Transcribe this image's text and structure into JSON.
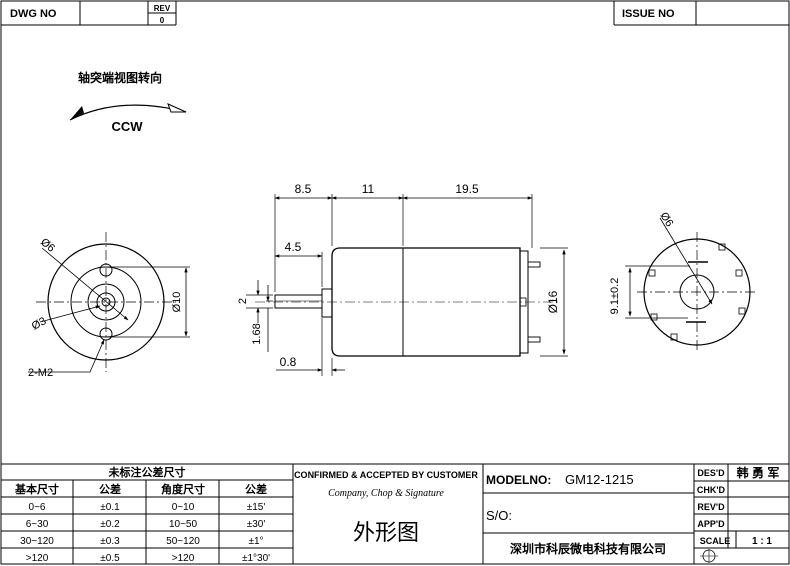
{
  "header": {
    "dwg_no_label": "DWG   NO",
    "rev_label": "REV",
    "rev_value": "0",
    "issue_no_label": "ISSUE   NO"
  },
  "rotation": {
    "caption": "轴突端视图转向",
    "direction": "CCW"
  },
  "dimensions": {
    "d_8_5": "8.5",
    "d_11": "11",
    "d_19_5": "19.5",
    "d_4_5": "4.5",
    "d_2": "2",
    "d_1_68": "1.68",
    "d_0_8": "0.8",
    "dia_16": "Ø16",
    "left_dia_6": "Ø6",
    "left_dia_3": "Ø3",
    "left_dia_10": "Ø10",
    "left_screw": "2-M2",
    "right_dia_6": "Ø6",
    "right_height": "9.1±0.2"
  },
  "tolerance_table": {
    "title": "未标注公差尺寸",
    "headers": [
      "基本尺寸",
      "公差",
      "角度尺寸",
      "公差"
    ],
    "rows": [
      [
        "0~6",
        "±0.1",
        "0~10",
        "±15'"
      ],
      [
        "6~30",
        "±0.2",
        "10~50",
        "±30'"
      ],
      [
        "30~120",
        "±0.3",
        "50~120",
        "±1°"
      ],
      [
        ">120",
        "±0.5",
        ">120",
        "±1°30'"
      ]
    ]
  },
  "confirm_block": {
    "line1": "CONFIRMED & ACCEPTED BY CUSTOMER",
    "line2": "Company, Chop & Signature",
    "drawing_title": "外形图"
  },
  "model_block": {
    "model_label": "MODELNO:",
    "model_value": "GM12-1215",
    "so_label": "S/O:",
    "company": "深圳市科辰微电科技有限公司"
  },
  "sign_block": {
    "des_label": "DES'D",
    "des_value": "韩 勇 军",
    "chk_label": "CHK'D",
    "rev_label": "REV'D",
    "app_label": "APP'D",
    "scale_label": "SCALE",
    "scale_value": "1 : 1"
  }
}
